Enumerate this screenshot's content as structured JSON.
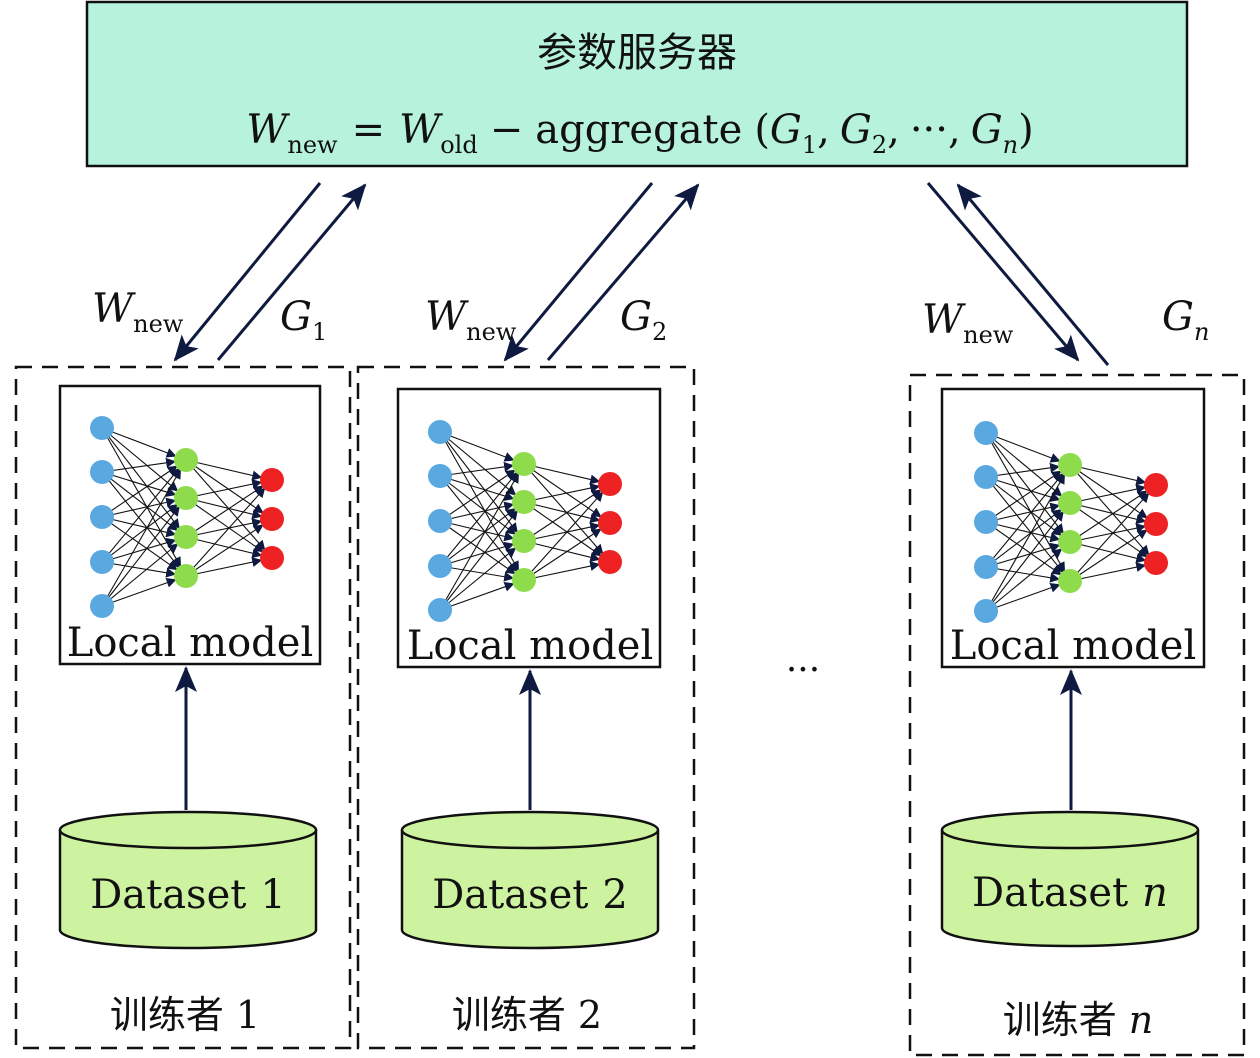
{
  "server": {
    "title": "参数服务器",
    "formula": {
      "lhs": "W",
      "lhs_sub": "new",
      "eq": "=",
      "w": "W",
      "w_sub": "old",
      "minus": "−",
      "func": "aggregate",
      "open": "(",
      "g1": "G",
      "g1_sub": "1",
      "g2": "G",
      "g2_sub": "2",
      "dots": "···",
      "gn": "G",
      "gn_sub": "n",
      "close": ")",
      "comma": ","
    }
  },
  "links": [
    {
      "down": "W",
      "down_sub": "new",
      "up": "G",
      "up_sub": "1"
    },
    {
      "down": "W",
      "down_sub": "new",
      "up": "G",
      "up_sub": "2"
    },
    {
      "down": "W",
      "down_sub": "new",
      "up": "G",
      "up_sub": "n"
    }
  ],
  "trainers": [
    {
      "model_label": "Local model",
      "dataset": "Dataset",
      "dataset_num": "1",
      "name": "训练者",
      "name_num": "1"
    },
    {
      "model_label": "Local model",
      "dataset": "Dataset",
      "dataset_num": "2",
      "name": "训练者",
      "name_num": "2"
    },
    {
      "model_label": "Local model",
      "dataset": "Dataset",
      "dataset_num": "n",
      "name": "训练者",
      "name_num": "n"
    }
  ],
  "ellipsis": "···",
  "colors": {
    "server_fill": "#b7f3dc",
    "dataset_fill": "#cdf3a0",
    "arrow": "#0e1a40",
    "node_input": "#5aa8e0",
    "node_hidden": "#8edc4c",
    "node_output": "#ee2222"
  }
}
